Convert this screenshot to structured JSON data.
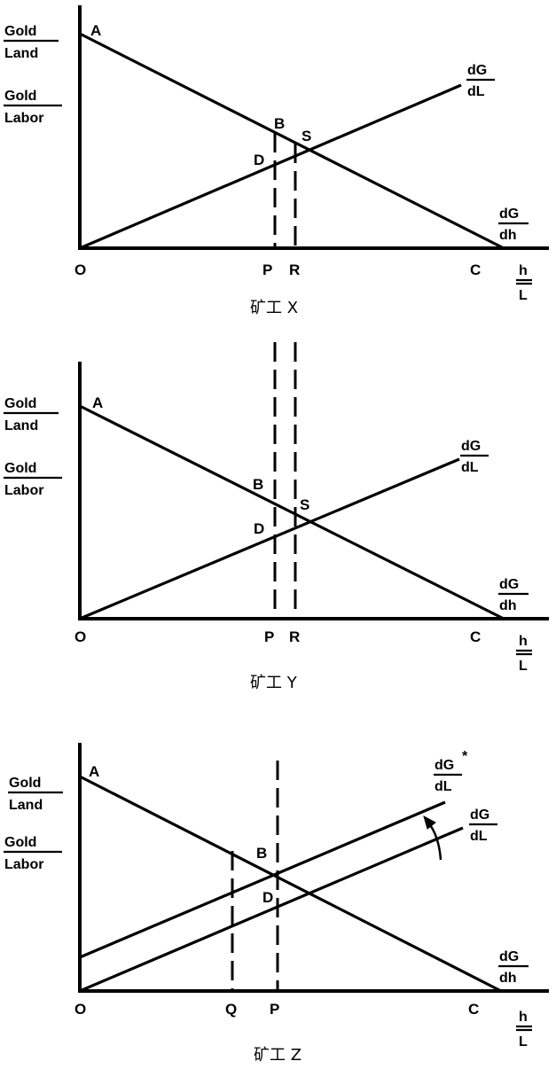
{
  "panels": [
    {
      "caption": "矿工 X",
      "y_labels": {
        "land_num": "Gold",
        "land_den": "Land",
        "labor_num": "Gold",
        "labor_den": "Labor"
      },
      "x_label": {
        "num": "h",
        "den": "L"
      },
      "points": {
        "O": "O",
        "A": "A",
        "B": "B",
        "S": "S",
        "D": "D",
        "P": "P",
        "R": "R",
        "C": "C"
      },
      "curves": {
        "dGdL_num": "dG",
        "dGdL_den": "dL",
        "dGdh_num": "dG",
        "dGdh_den": "dh"
      }
    },
    {
      "caption": "矿工 Y",
      "y_labels": {
        "land_num": "Gold",
        "land_den": "Land",
        "labor_num": "Gold",
        "labor_den": "Labor"
      },
      "x_label": {
        "num": "h",
        "den": "L"
      },
      "points": {
        "O": "O",
        "A": "A",
        "B": "B",
        "S": "S",
        "D": "D",
        "P": "P",
        "R": "R",
        "C": "C"
      },
      "curves": {
        "dGdL_num": "dG",
        "dGdL_den": "dL",
        "dGdh_num": "dG",
        "dGdh_den": "dh"
      }
    },
    {
      "caption": "矿工 Z",
      "y_labels": {
        "land_num": "Gold",
        "land_den": "Land",
        "labor_num": "Gold",
        "labor_den": "Labor"
      },
      "x_label": {
        "num": "h",
        "den": "L"
      },
      "points": {
        "O": "O",
        "A": "A",
        "B": "B",
        "D": "D",
        "Q": "Q",
        "P": "P",
        "C": "C"
      },
      "curves": {
        "dGdL_star_num": "dG",
        "dGdL_star_den": "dL",
        "star": "*",
        "dGdL_num": "dG",
        "dGdL_den": "dL",
        "dGdh_num": "dG",
        "dGdh_den": "dh"
      }
    }
  ]
}
